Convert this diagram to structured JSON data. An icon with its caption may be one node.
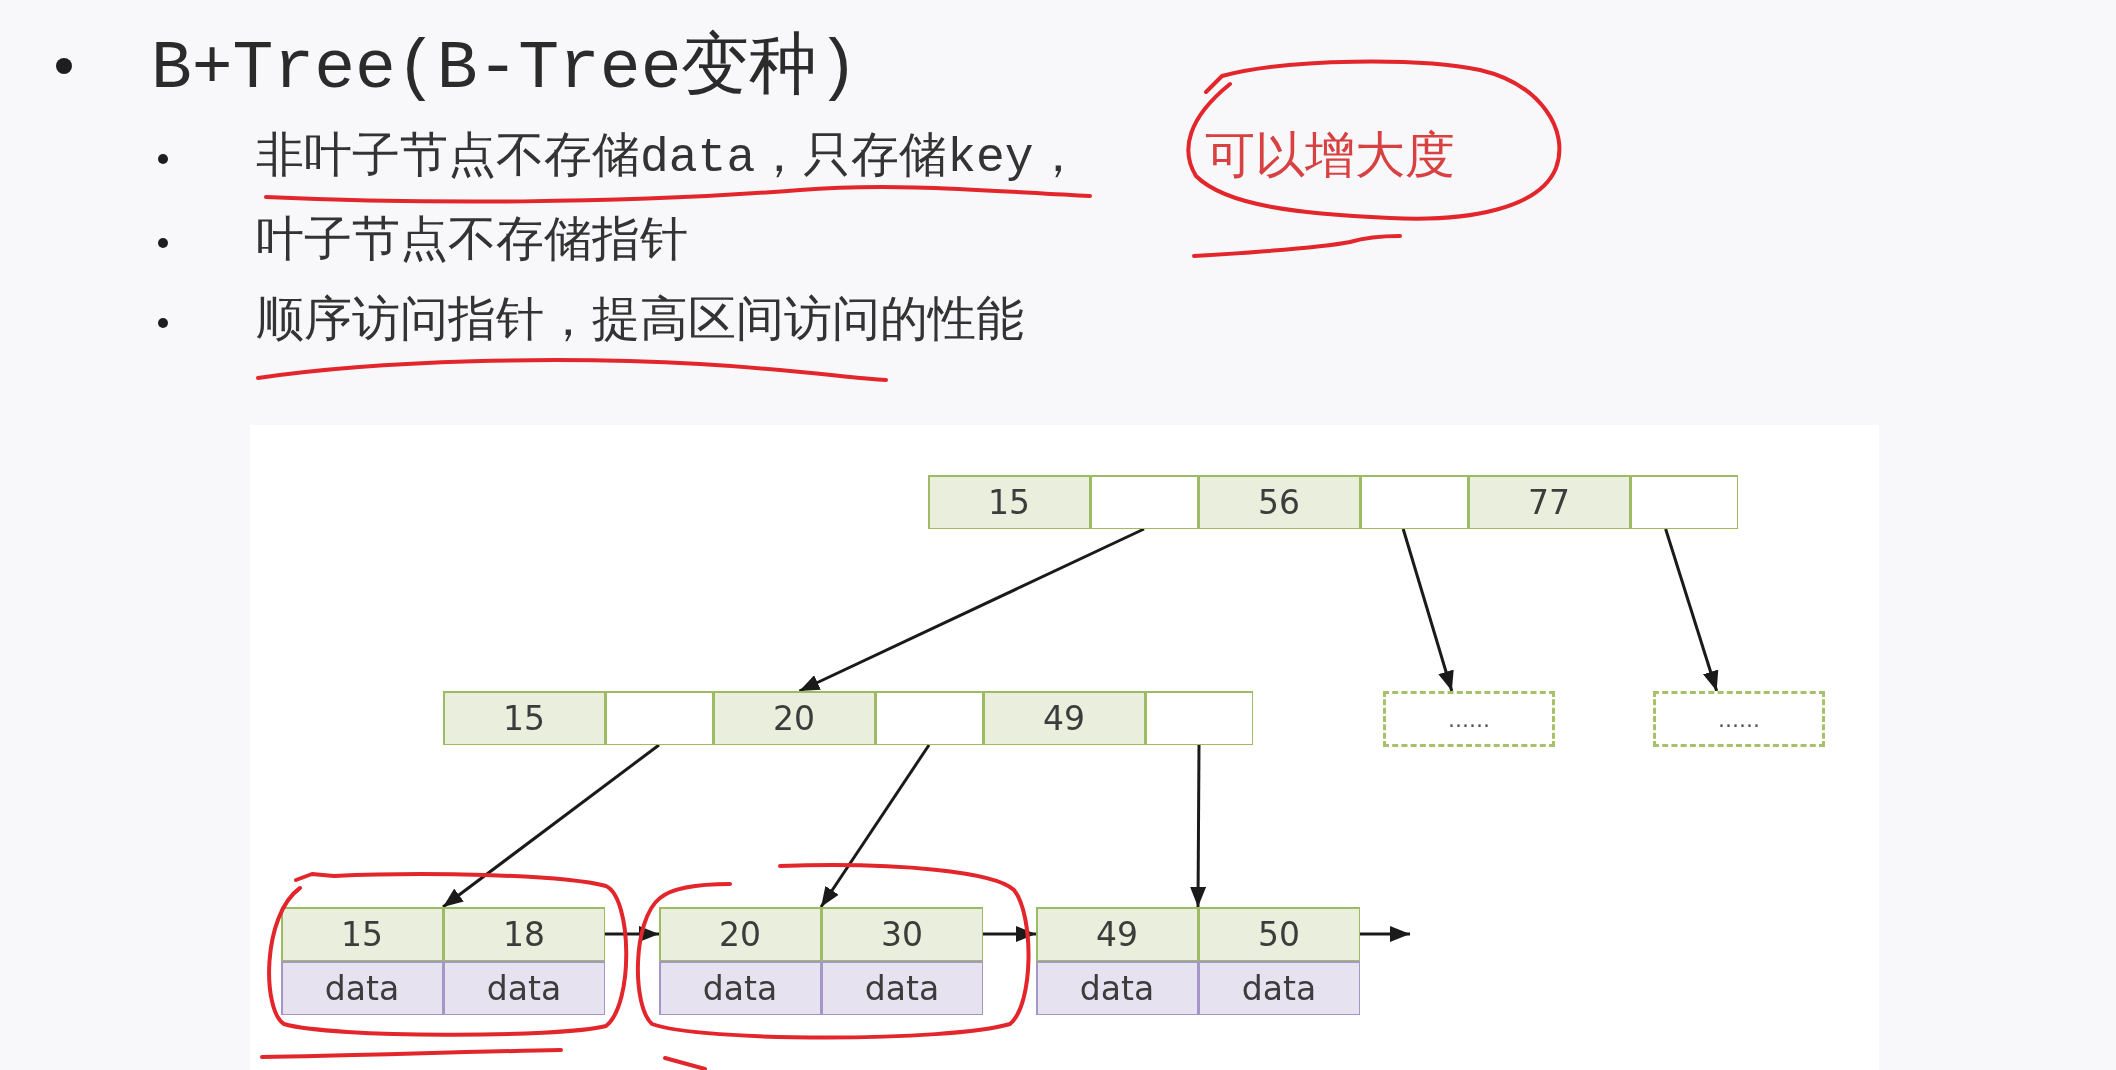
{
  "diagram": {
    "title": "B+Tree(B-Tree变种)",
    "nodes": [
      {
        "text": [],
        "shape": "box"
      },
      {
        "text": [
          "15"
        ],
        "in": 0
      },
      {
        "text": [],
        "shape": "box",
        "in": 0
      },
      {
        "text": [
          "56"
        ],
        "in": 0
      },
      {
        "text": [],
        "shape": "box",
        "in": 0
      },
      {
        "text": [
          "77"
        ],
        "in": 0
      },
      {
        "text": [],
        "shape": "box",
        "in": 0
      },
      {
        "text": [],
        "shape": "box"
      },
      {
        "text": [
          "15"
        ],
        "in": 7
      },
      {
        "text": [],
        "shape": "box",
        "in": 7
      },
      {
        "text": [
          "20"
        ],
        "in": 7
      },
      {
        "text": [],
        "shape": "box",
        "in": 7
      },
      {
        "text": [
          "49"
        ],
        "in": 7
      },
      {
        "text": [],
        "shape": "box",
        "in": 7
      },
      {
        "text": [
          "......"
        ]
      },
      {
        "text": [
          "......"
        ]
      },
      {
        "text": [],
        "shape": "box"
      },
      {
        "text": [
          "15"
        ],
        "in": 16
      },
      {
        "text": [
          "18"
        ],
        "in": 16
      },
      {
        "text": [
          "data"
        ],
        "in": 16
      },
      {
        "text": [
          "data"
        ],
        "in": 16
      },
      {
        "text": [],
        "shape": "box"
      },
      {
        "text": [
          "20"
        ],
        "in": 21
      },
      {
        "text": [
          "30"
        ],
        "in": 21
      },
      {
        "text": [
          "data"
        ],
        "in": 21
      },
      {
        "text": [
          "data"
        ],
        "in": 21
      },
      {
        "text": [],
        "shape": "box"
      },
      {
        "text": [
          "49"
        ],
        "in": 26
      },
      {
        "text": [
          "50"
        ],
        "in": 26
      },
      {
        "text": [
          "data"
        ],
        "in": 26
      },
      {
        "text": [
          "data"
        ],
        "in": 26
      }
    ],
    "edges": [
      {
        "from": 2,
        "to": 7,
        "arrow": "to"
      },
      {
        "from": 4,
        "to": 14,
        "arrow": "to"
      },
      {
        "from": 6,
        "to": 15,
        "arrow": "to"
      },
      {
        "from": 9,
        "to": 16,
        "arrow": "to"
      },
      {
        "from": 11,
        "to": 21,
        "arrow": "to"
      },
      {
        "from": 13,
        "to": 26,
        "arrow": "to"
      },
      {
        "from": 16,
        "to": 21,
        "arrow": "to"
      },
      {
        "from": 21,
        "to": 26,
        "arrow": "to"
      },
      {
        "from": 26,
        "to": null,
        "arrow": "to"
      }
    ],
    "labels": [
      "非叶子节点不存储data，只存储key，",
      "可以增大度",
      "叶子节点不存储指针",
      "顺序访问指针，提高区间访问的性能"
    ]
  }
}
